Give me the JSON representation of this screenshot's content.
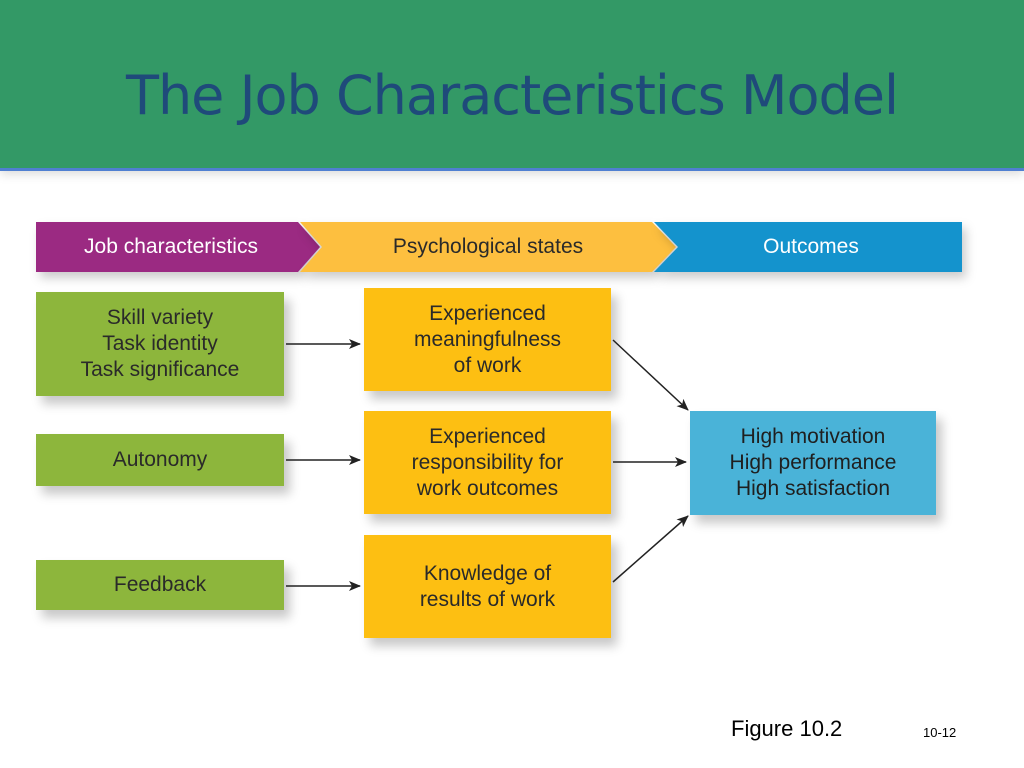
{
  "slide": {
    "title": "The Job Characteristics Model",
    "figure_caption": "Figure 10.2",
    "page_number": "10-12"
  },
  "banners": [
    {
      "label": "Job characteristics",
      "color": "#9b2a82"
    },
    {
      "label": "Psychological states",
      "color": "#fdbf3f"
    },
    {
      "label": "Outcomes",
      "color": "#1493cd"
    }
  ],
  "characteristics": [
    {
      "lines": [
        "Skill variety",
        "Task identity",
        "Task significance"
      ]
    },
    {
      "lines": [
        "Autonomy"
      ]
    },
    {
      "lines": [
        "Feedback"
      ]
    }
  ],
  "states": [
    {
      "lines": [
        "Experienced",
        "meaningfulness",
        "of work"
      ]
    },
    {
      "lines": [
        "Experienced",
        "responsibility for",
        "work outcomes"
      ]
    },
    {
      "lines": [
        "Knowledge of",
        "results of work"
      ]
    }
  ],
  "outcomes": {
    "lines": [
      "High motivation",
      "High performance",
      "High satisfaction"
    ]
  },
  "colors": {
    "header": "#339966",
    "title_text": "#1f4a7a",
    "characteristic_box": "#8db63c",
    "state_box": "#fdbf12",
    "outcome_box": "#4ab3d8"
  }
}
